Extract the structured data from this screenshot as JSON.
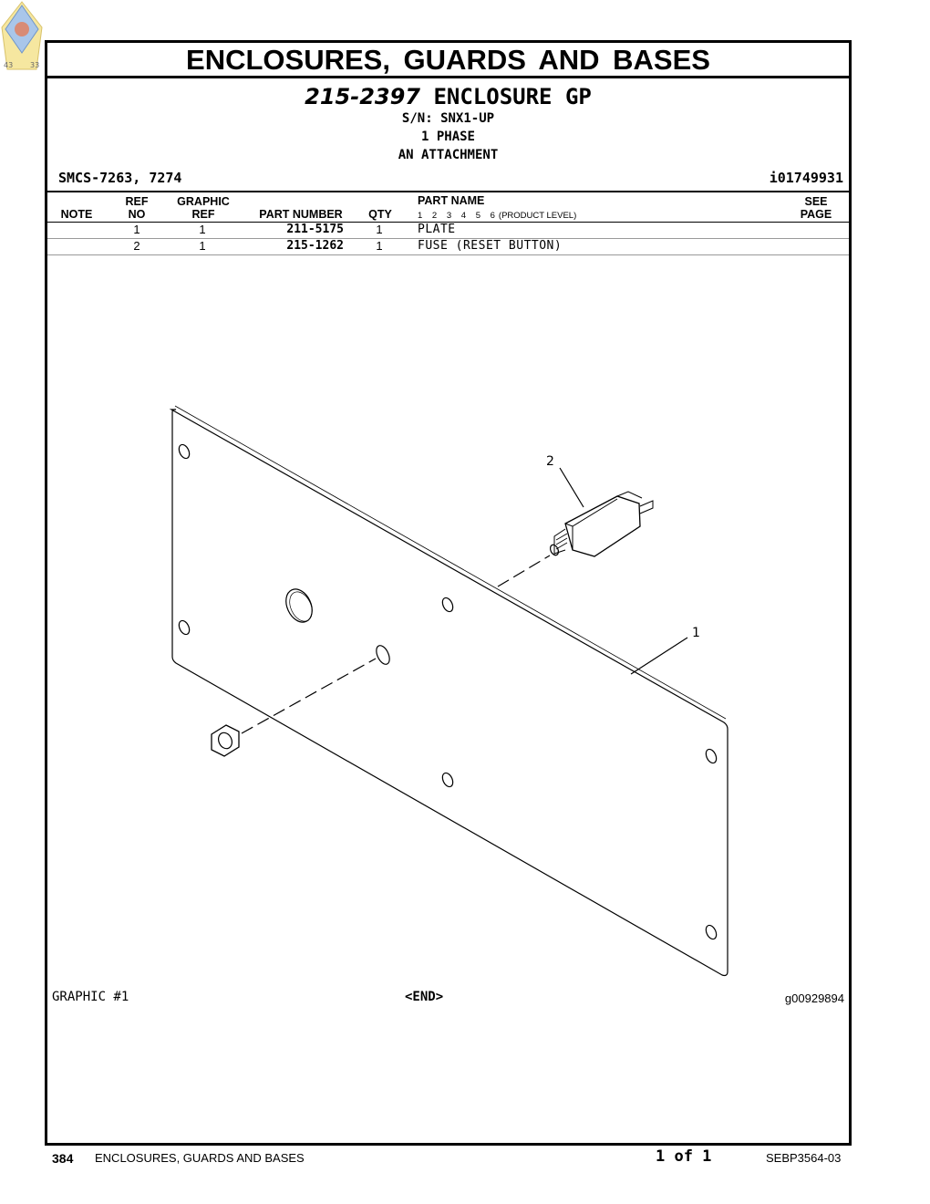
{
  "section_title": "ENCLOSURES, GUARDS AND BASES",
  "group": {
    "number": "215-2397",
    "name": "ENCLOSURE GP"
  },
  "serial": "S/N: SNX1-UP",
  "phase": "1 PHASE",
  "attachment": "AN ATTACHMENT",
  "smcs": "SMCS-7263, 7274",
  "illustration_id": "i01749931",
  "columns": {
    "note": "NOTE",
    "ref_no": [
      "REF",
      "NO"
    ],
    "graphic_ref": [
      "GRAPHIC",
      "REF"
    ],
    "part_number": "PART NUMBER",
    "qty": "QTY",
    "part_name": "PART NAME",
    "levels": "1   2   3   4   5   6",
    "product_level": "(PRODUCT LEVEL)",
    "see_page": [
      "SEE",
      "PAGE"
    ]
  },
  "parts": [
    {
      "ref": "1",
      "graphic": "1",
      "part_number": "211-5175",
      "qty": "1",
      "name": "PLATE"
    },
    {
      "ref": "2",
      "graphic": "1",
      "part_number": "215-1262",
      "qty": "1",
      "name": "FUSE (RESET BUTTON)"
    }
  ],
  "callouts": [
    "1",
    "2"
  ],
  "graphic_label": "GRAPHIC #1",
  "end_marker": "<END>",
  "graphic_id": "g00929894",
  "footer": {
    "page_number": "384",
    "title": "ENCLOSURES, GUARDS AND BASES",
    "page_of": "1 of 1",
    "doc_number": "SEBP3564-03"
  },
  "logo_numbers": [
    "43",
    "33"
  ]
}
